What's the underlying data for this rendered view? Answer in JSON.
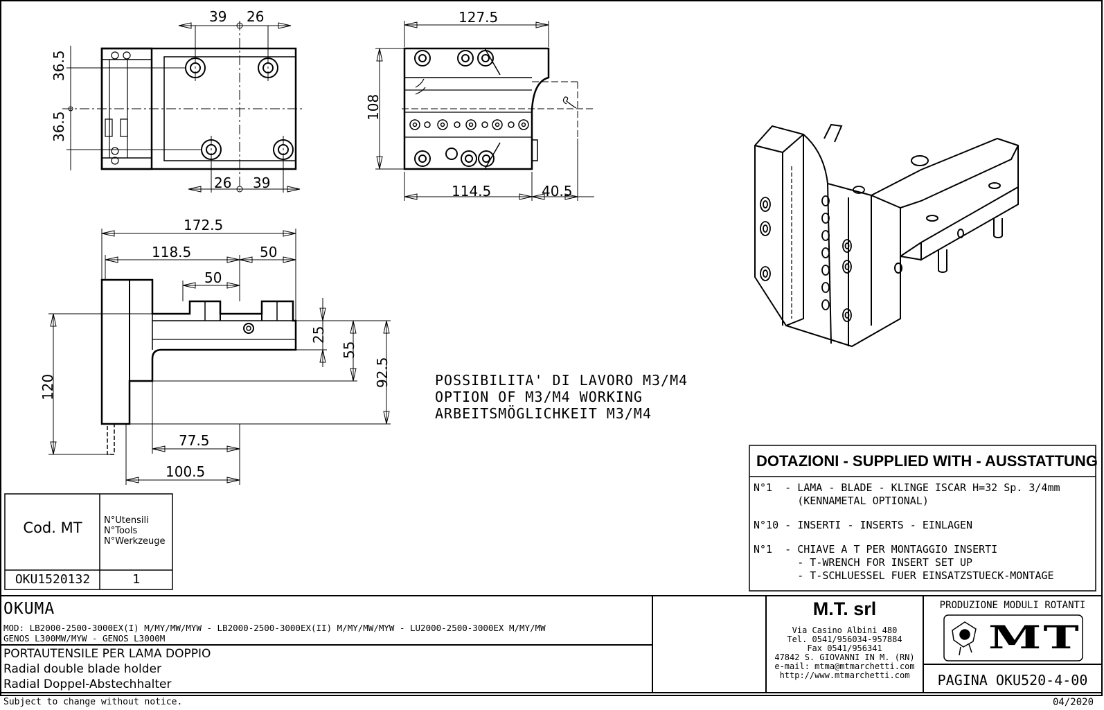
{
  "dimensions": {
    "top_view": {
      "d39a": "39",
      "d26a": "26",
      "d365a": "36.5",
      "d365b": "36.5",
      "d26b": "26",
      "d39b": "39"
    },
    "side_view": {
      "d1275": "127.5",
      "d108": "108",
      "d1145": "114.5",
      "d405": "40.5"
    },
    "front_view": {
      "d1725": "172.5",
      "d1185": "118.5",
      "d50a": "50",
      "d50b": "50",
      "d25": "25",
      "d55": "55",
      "d925": "92.5",
      "d120": "120",
      "d775": "77.5",
      "d1005": "100.5"
    }
  },
  "note": {
    "it": "POSSIBILITA' DI LAVORO M3/M4",
    "en": "OPTION OF M3/M4 WORKING",
    "de": "ARBEITSMÖGLICHKEIT M3/M4"
  },
  "supplied": {
    "header": "DOTAZIONI - SUPPLIED WITH - AUSSTATTUNG",
    "items": [
      "N°1  - LAMA - BLADE - KLINGE ISCAR H=32 Sp. 3/4mm\n       (KENNAMETAL OPTIONAL)",
      "N°10 - INSERTI - INSERTS - EINLAGEN",
      "N°1  - CHIAVE A T PER MONTAGGIO INSERTI\n       - T-WRENCH FOR INSERT SET UP\n       - T-SCHLUESSEL FUER EINSATZSTUECK-MONTAGE"
    ]
  },
  "code_table": {
    "code_label": "Cod. MT",
    "tools_label": "N°Utensili\nN°Tools\nN°Werkzeuge",
    "code_value": "OKU1520132",
    "tools_value": "1"
  },
  "title_block": {
    "brand": "OKUMA",
    "models_line1": "MOD: LB2000-2500-3000EX(I) M/MY/MW/MYW  - LB2000-2500-3000EX(II) M/MY/MW/MYW  - LU2000-2500-3000EX M/MY/MW",
    "models_line2": "GENOS L300MW/MYW  - GENOS L3000M",
    "desc_it": "PORTAUTENSILE PER LAMA DOPPIO",
    "desc_en": "Radial double blade holder",
    "desc_de": "Radial Doppel-Abstechhalter",
    "company": "M.T. srl",
    "address": "Via Casino Albini 480\nTel. 0541/956034-957884\nFax 0541/956341\n47842 S. GIOVANNI IN M. (RN)\ne-mail: mtma@mtmarchetti.com\nhttp://www.mtmarchetti.com",
    "division": "PRODUZIONE MODULI ROTANTI",
    "logo_text": "MT",
    "page": "PAGINA OKU520-4-00",
    "disclaimer": "Subject to change without notice.",
    "date": "04/2020"
  }
}
